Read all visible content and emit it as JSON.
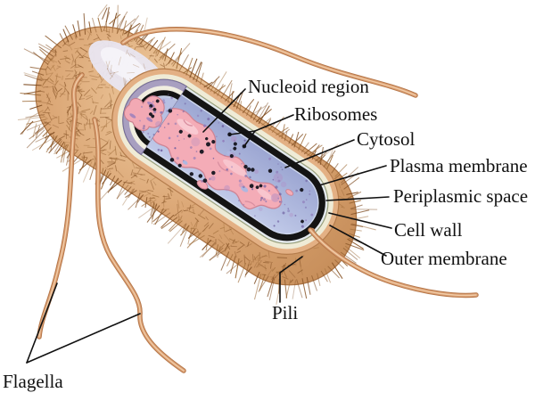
{
  "diagram": {
    "labels": {
      "nucleoid_region": "Nucleoid region",
      "ribosomes": "Ribosomes",
      "cytosol": "Cytosol",
      "plasma_membrane": "Plasma membrane",
      "periplasmic_space": "Periplasmic space",
      "cell_wall": "Cell wall",
      "outer_membrane": "Outer membrane",
      "pili": "Pili",
      "flagella": "Flagella"
    },
    "palette": {
      "background": "#FFFFFF",
      "body_tan": "#D9A26E",
      "hair_brown": "#7D4A1F",
      "outer_membrane_tan": "#E3B084",
      "cell_wall_cream": "#EFEBD6",
      "periplasm_pale": "#E4E9ED",
      "plasma_membrane_black": "#141414",
      "cytosol_blue": "#A9B2DC",
      "nucleoid_pink": "#F4ACB7",
      "dome_ring_lavender": "#A89FC0",
      "flagella_tan": "#D99C6F",
      "label_color": "#111111"
    }
  }
}
